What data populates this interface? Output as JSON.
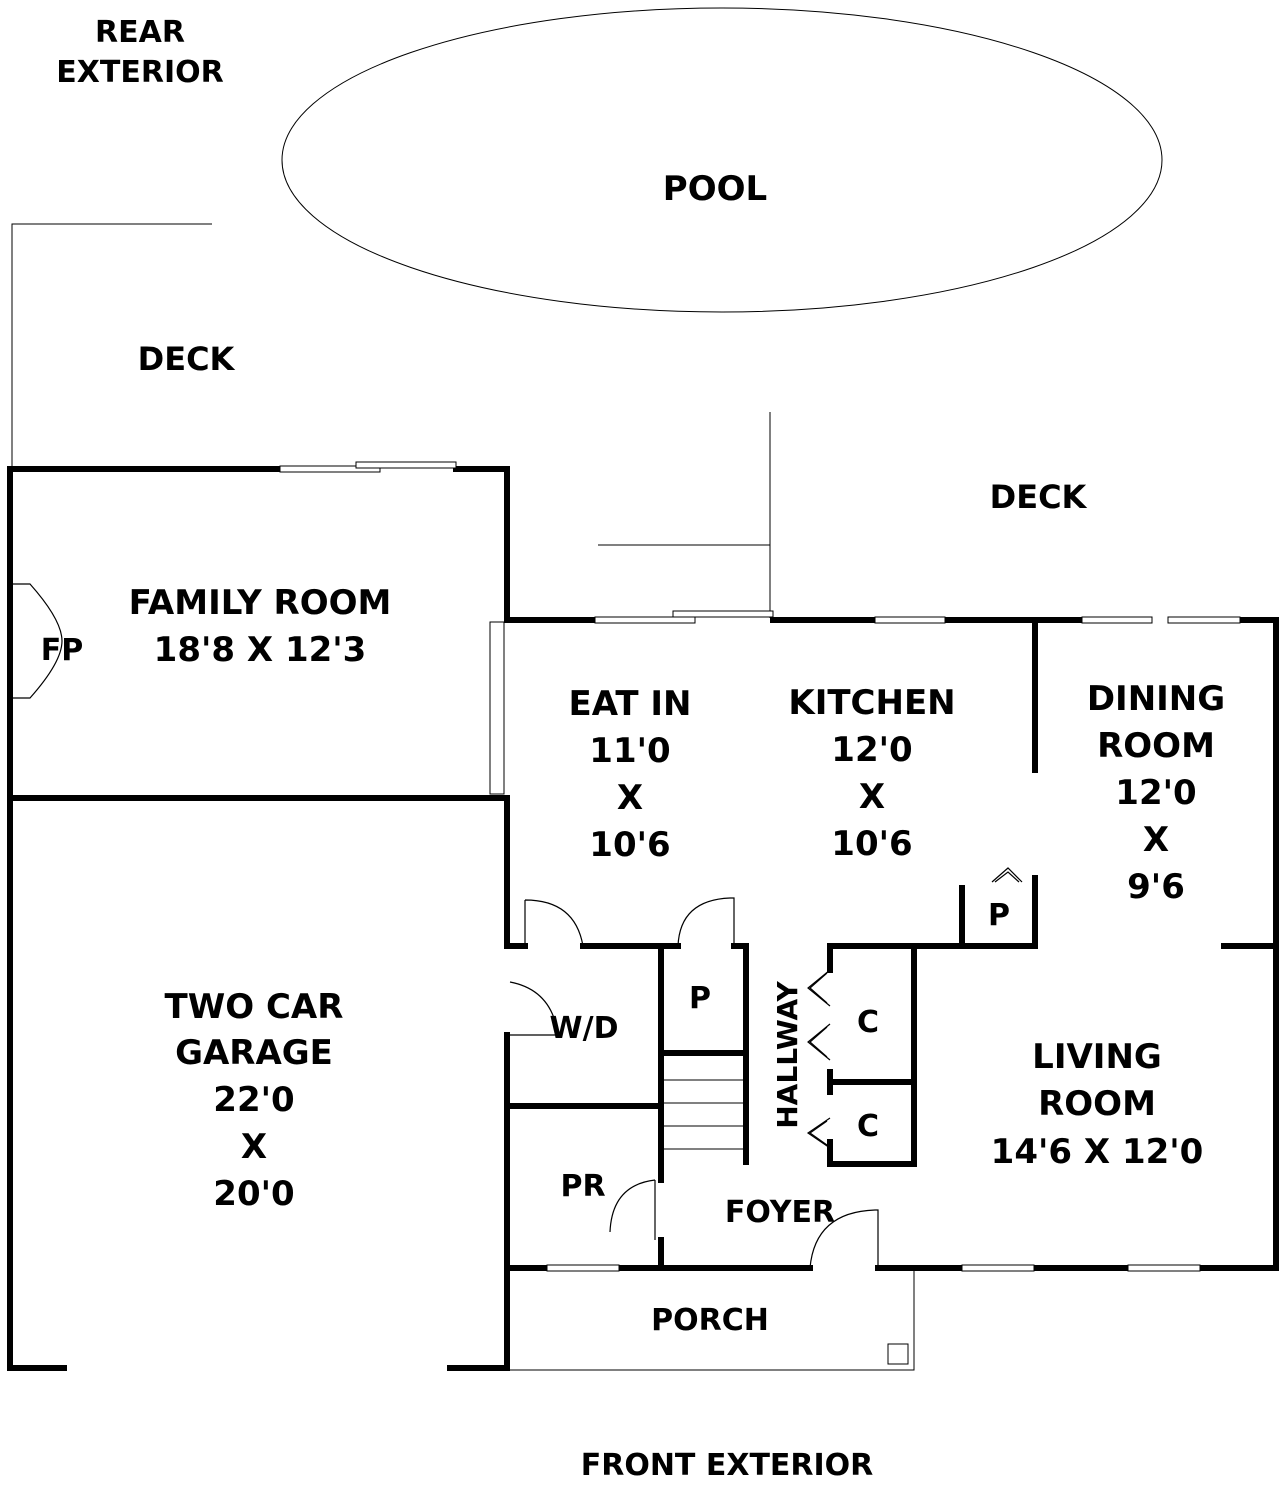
{
  "labels": {
    "rear_exterior": [
      "REAR",
      "EXTERIOR"
    ],
    "pool": "POOL",
    "deck_left": "DECK",
    "deck_right": "DECK",
    "family_room": [
      "FAMILY ROOM",
      "18'8 X 12'3"
    ],
    "fireplace": "FP",
    "eat_in": [
      "EAT IN",
      "11'0",
      "X",
      "10'6"
    ],
    "kitchen": [
      "KITCHEN",
      "12'0",
      "X",
      "10'6"
    ],
    "dining_room": [
      "DINING",
      "ROOM",
      "12'0",
      "X",
      "9'6"
    ],
    "pantry_kitchen": "P",
    "pantry_hall": "P",
    "laundry": "W/D",
    "hallway": "HALLWAY",
    "closet_upper": "C",
    "closet_lower": "C",
    "living_room": [
      "LIVING",
      "ROOM",
      "14'6 X 12'0"
    ],
    "garage": [
      "TWO CAR",
      "GARAGE",
      "22'0",
      "X",
      "20'0"
    ],
    "powder_room": "PR",
    "foyer": "FOYER",
    "porch": "PORCH",
    "front_exterior": "FRONT EXTERIOR"
  }
}
